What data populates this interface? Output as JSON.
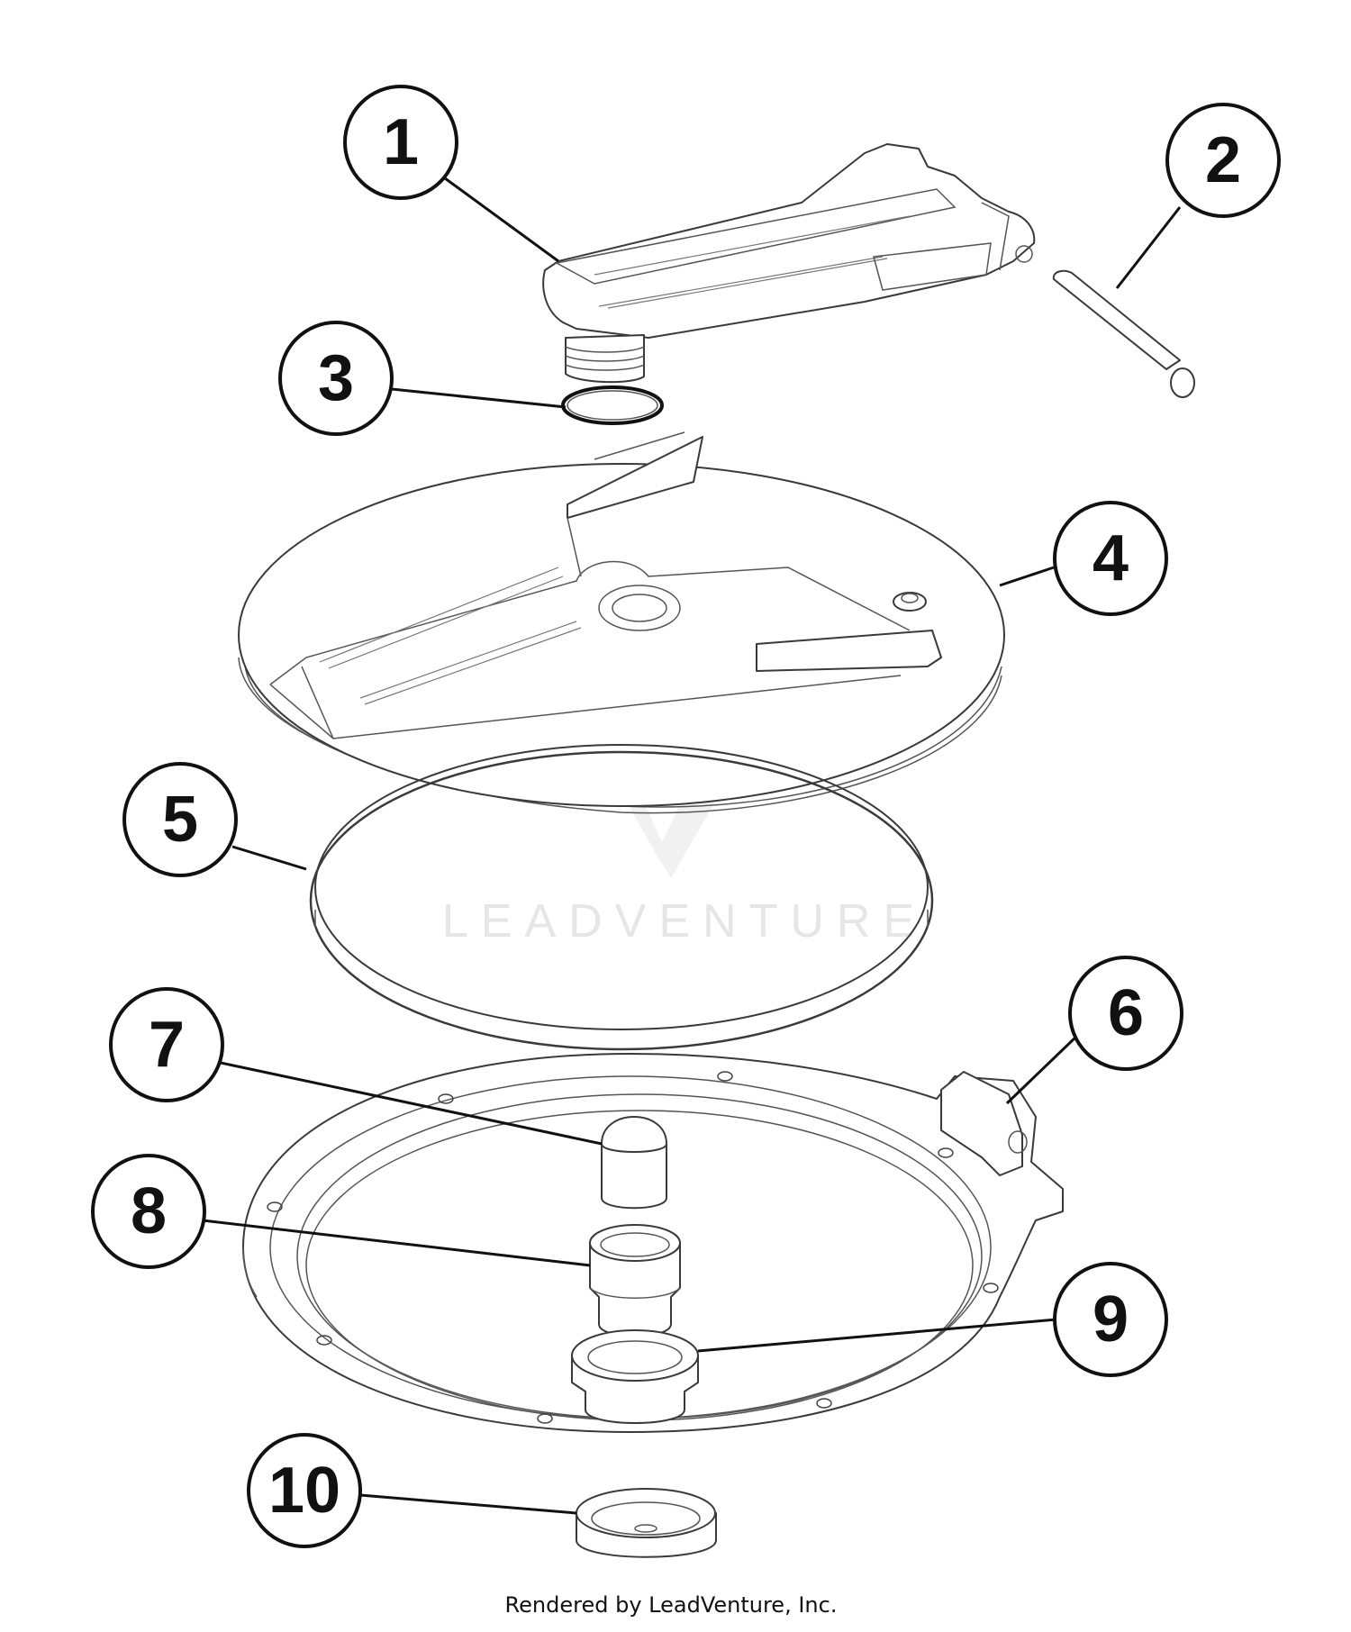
{
  "callouts": [
    "1",
    "2",
    "3",
    "4",
    "5",
    "6",
    "7",
    "8",
    "9",
    "10"
  ],
  "watermark": "LEADVENTURE",
  "footer": "Rendered by LeadVenture, Inc."
}
